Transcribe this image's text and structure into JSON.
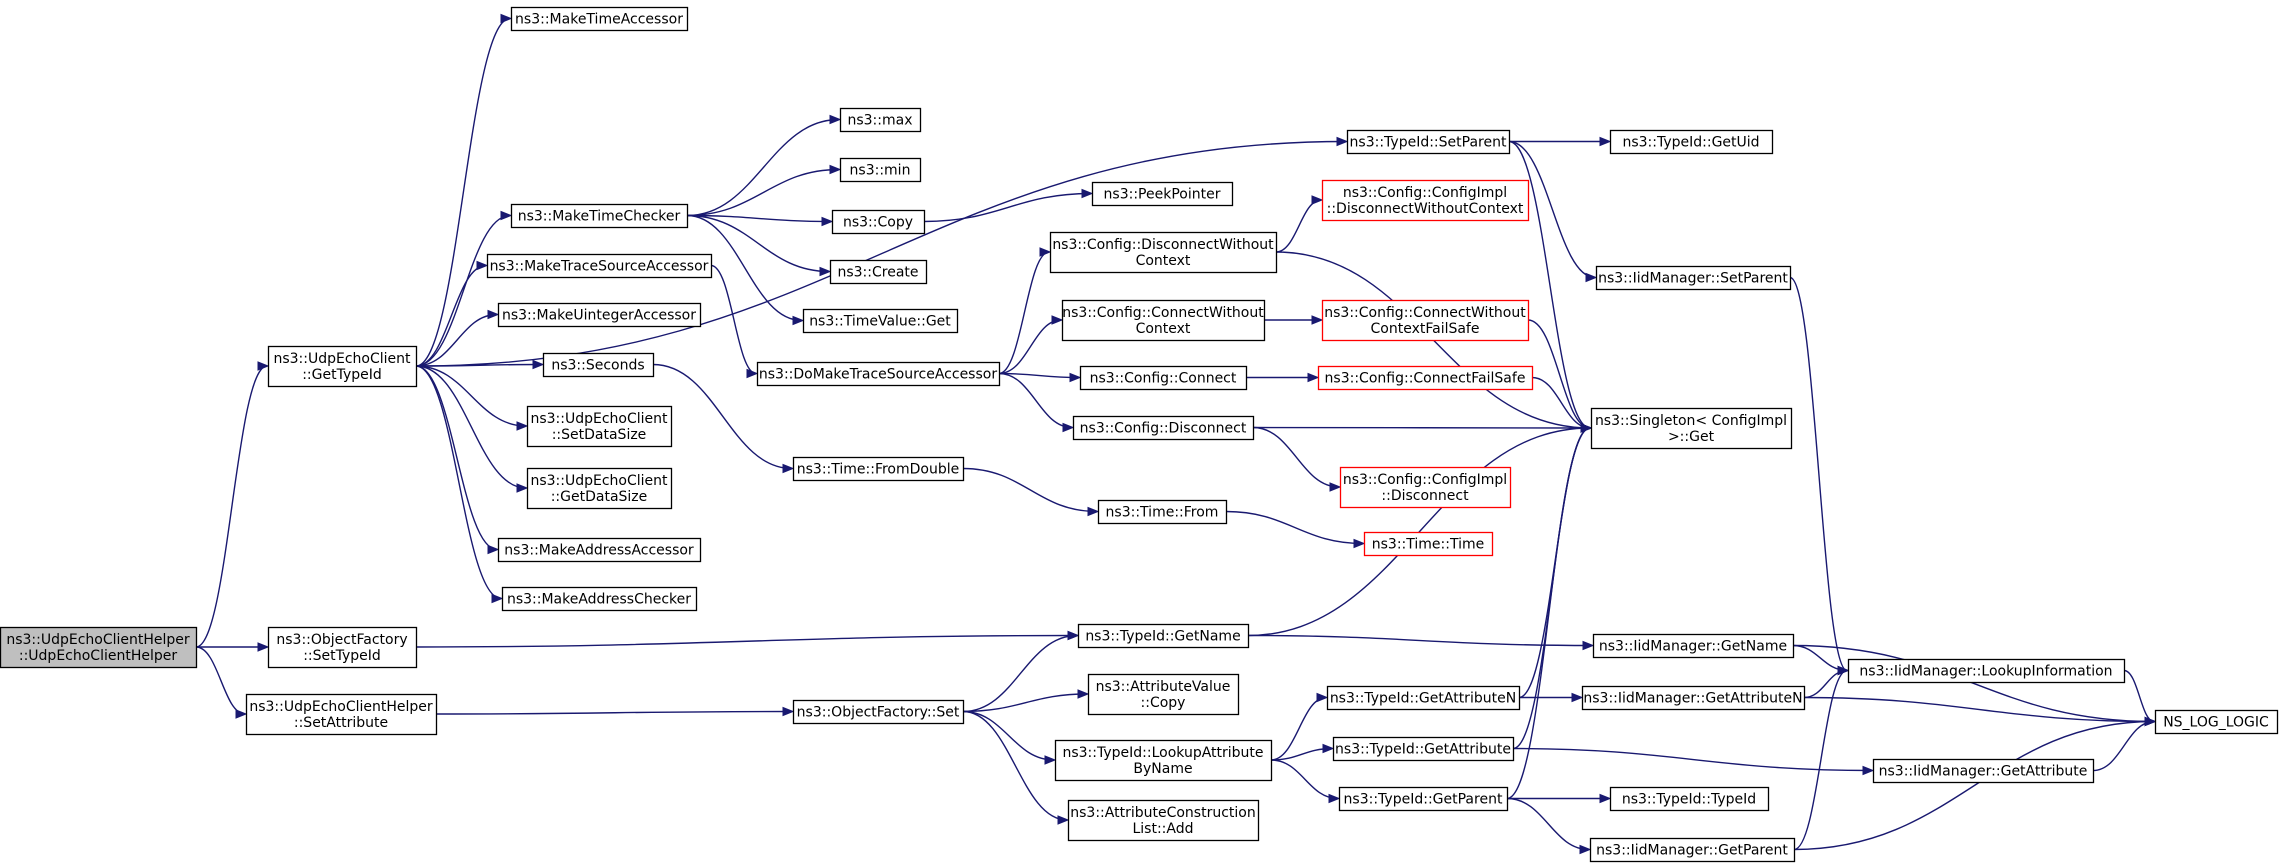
{
  "graph": {
    "root": "udpechoclienthelper_ctor",
    "nodes": [
      {
        "id": "udpechoclienthelper_ctor",
        "lines": [
          "ns3::UdpEchoClientHelper",
          "::UdpEchoClientHelper"
        ],
        "style": "root"
      },
      {
        "id": "getypeid",
        "lines": [
          "ns3::UdpEchoClient",
          "::GetTypeId"
        ],
        "style": "normal"
      },
      {
        "id": "objfactory_settypeid",
        "lines": [
          "ns3::ObjectFactory",
          "::SetTypeId"
        ],
        "style": "normal"
      },
      {
        "id": "helper_setattribute",
        "lines": [
          "ns3::UdpEchoClientHelper",
          "::SetAttribute"
        ],
        "style": "normal"
      },
      {
        "id": "maketimeaccessor",
        "lines": [
          "ns3::MakeTimeAccessor"
        ],
        "style": "normal"
      },
      {
        "id": "maketimechecker",
        "lines": [
          "ns3::MakeTimeChecker"
        ],
        "style": "normal"
      },
      {
        "id": "maketracesourceaccessor",
        "lines": [
          "ns3::MakeTraceSourceAccessor"
        ],
        "style": "normal"
      },
      {
        "id": "makeuintegeraccessor",
        "lines": [
          "ns3::MakeUintegerAccessor"
        ],
        "style": "normal"
      },
      {
        "id": "seconds",
        "lines": [
          "ns3::Seconds"
        ],
        "style": "normal"
      },
      {
        "id": "setdatasize",
        "lines": [
          "ns3::UdpEchoClient",
          "::SetDataSize"
        ],
        "style": "normal"
      },
      {
        "id": "getdatasize",
        "lines": [
          "ns3::UdpEchoClient",
          "::GetDataSize"
        ],
        "style": "normal"
      },
      {
        "id": "makeaddressaccessor",
        "lines": [
          "ns3::MakeAddressAccessor"
        ],
        "style": "normal"
      },
      {
        "id": "makeaddresschecker",
        "lines": [
          "ns3::MakeAddressChecker"
        ],
        "style": "normal"
      },
      {
        "id": "max",
        "lines": [
          "ns3::max"
        ],
        "style": "normal"
      },
      {
        "id": "min",
        "lines": [
          "ns3::min"
        ],
        "style": "normal"
      },
      {
        "id": "copy",
        "lines": [
          "ns3::Copy"
        ],
        "style": "normal"
      },
      {
        "id": "create",
        "lines": [
          "ns3::Create"
        ],
        "style": "normal"
      },
      {
        "id": "timevalue_get",
        "lines": [
          "ns3::TimeValue::Get"
        ],
        "style": "normal"
      },
      {
        "id": "peekpointer",
        "lines": [
          "ns3::PeekPointer"
        ],
        "style": "normal"
      },
      {
        "id": "domaketracesourceaccessor",
        "lines": [
          "ns3::DoMakeTraceSourceAccessor"
        ],
        "style": "normal"
      },
      {
        "id": "time_fromdouble",
        "lines": [
          "ns3::Time::FromDouble"
        ],
        "style": "normal"
      },
      {
        "id": "time_from",
        "lines": [
          "ns3::Time::From"
        ],
        "style": "normal"
      },
      {
        "id": "time_time",
        "lines": [
          "ns3::Time::Time"
        ],
        "style": "red"
      },
      {
        "id": "disconnectwithoutcontext",
        "lines": [
          "ns3::Config::DisconnectWithout",
          "Context"
        ],
        "style": "normal"
      },
      {
        "id": "connectwithoutcontext",
        "lines": [
          "ns3::Config::ConnectWithout",
          "Context"
        ],
        "style": "normal"
      },
      {
        "id": "config_connect",
        "lines": [
          "ns3::Config::Connect"
        ],
        "style": "normal"
      },
      {
        "id": "config_disconnect",
        "lines": [
          "ns3::Config::Disconnect"
        ],
        "style": "normal"
      },
      {
        "id": "cfgimpl_disconnectwithoutcontext",
        "lines": [
          "ns3::Config::ConfigImpl",
          "::DisconnectWithoutContext"
        ],
        "style": "red"
      },
      {
        "id": "connectwithoutcontextfailsafe",
        "lines": [
          "ns3::Config::ConnectWithout",
          "ContextFailSafe"
        ],
        "style": "red"
      },
      {
        "id": "connectfailsafe",
        "lines": [
          "ns3::Config::ConnectFailSafe"
        ],
        "style": "red"
      },
      {
        "id": "cfgimpl_disconnect",
        "lines": [
          "ns3::Config::ConfigImpl",
          "::Disconnect"
        ],
        "style": "red"
      },
      {
        "id": "singleton_get",
        "lines": [
          "ns3::Singleton< ConfigImpl",
          " >::Get"
        ],
        "style": "normal"
      },
      {
        "id": "typeid_setparent",
        "lines": [
          "ns3::TypeId::SetParent"
        ],
        "style": "normal"
      },
      {
        "id": "typeid_getuid",
        "lines": [
          "ns3::TypeId::GetUid"
        ],
        "style": "normal"
      },
      {
        "id": "iidmanager_setparent",
        "lines": [
          "ns3::IidManager::SetParent"
        ],
        "style": "normal"
      },
      {
        "id": "typeid_getname",
        "lines": [
          "ns3::TypeId::GetName"
        ],
        "style": "normal"
      },
      {
        "id": "objectfactory_set",
        "lines": [
          "ns3::ObjectFactory::Set"
        ],
        "style": "normal"
      },
      {
        "id": "attributevalue_copy",
        "lines": [
          "ns3::AttributeValue",
          "::Copy"
        ],
        "style": "normal"
      },
      {
        "id": "lookupattributebyname",
        "lines": [
          "ns3::TypeId::LookupAttribute",
          "ByName"
        ],
        "style": "normal"
      },
      {
        "id": "attrconstructionlist_add",
        "lines": [
          "ns3::AttributeConstruction",
          "List::Add"
        ],
        "style": "normal"
      },
      {
        "id": "typeid_getattributen",
        "lines": [
          "ns3::TypeId::GetAttributeN"
        ],
        "style": "normal"
      },
      {
        "id": "typeid_getattribute",
        "lines": [
          "ns3::TypeId::GetAttribute"
        ],
        "style": "normal"
      },
      {
        "id": "typeid_getparent",
        "lines": [
          "ns3::TypeId::GetParent"
        ],
        "style": "normal"
      },
      {
        "id": "typeid_typeid",
        "lines": [
          "ns3::TypeId::TypeId"
        ],
        "style": "normal"
      },
      {
        "id": "iidmanager_getname",
        "lines": [
          "ns3::IidManager::GetName"
        ],
        "style": "normal"
      },
      {
        "id": "iidmanager_getattributen",
        "lines": [
          "ns3::IidManager::GetAttributeN"
        ],
        "style": "normal"
      },
      {
        "id": "iidmanager_getattribute",
        "lines": [
          "ns3::IidManager::GetAttribute"
        ],
        "style": "normal"
      },
      {
        "id": "iidmanager_getparent",
        "lines": [
          "ns3::IidManager::GetParent"
        ],
        "style": "normal"
      },
      {
        "id": "lookupinformation",
        "lines": [
          "ns3::IidManager::LookupInformation"
        ],
        "style": "normal"
      },
      {
        "id": "ns_log_logic",
        "lines": [
          "NS_LOG_LOGIC"
        ],
        "style": "normal"
      }
    ],
    "edges": [
      [
        "udpechoclienthelper_ctor",
        "getypeid"
      ],
      [
        "udpechoclienthelper_ctor",
        "objfactory_settypeid"
      ],
      [
        "udpechoclienthelper_ctor",
        "helper_setattribute"
      ],
      [
        "getypeid",
        "maketimeaccessor"
      ],
      [
        "getypeid",
        "maketimechecker"
      ],
      [
        "getypeid",
        "maketracesourceaccessor"
      ],
      [
        "getypeid",
        "makeuintegeraccessor"
      ],
      [
        "getypeid",
        "seconds"
      ],
      [
        "getypeid",
        "setdatasize"
      ],
      [
        "getypeid",
        "getdatasize"
      ],
      [
        "getypeid",
        "makeaddressaccessor"
      ],
      [
        "getypeid",
        "makeaddresschecker"
      ],
      [
        "getypeid",
        "typeid_setparent"
      ],
      [
        "maketimechecker",
        "max"
      ],
      [
        "maketimechecker",
        "min"
      ],
      [
        "maketimechecker",
        "copy"
      ],
      [
        "maketimechecker",
        "create"
      ],
      [
        "maketimechecker",
        "timevalue_get"
      ],
      [
        "copy",
        "peekpointer"
      ],
      [
        "maketracesourceaccessor",
        "domaketracesourceaccessor"
      ],
      [
        "seconds",
        "time_fromdouble"
      ],
      [
        "time_fromdouble",
        "time_from"
      ],
      [
        "time_from",
        "time_time"
      ],
      [
        "domaketracesourceaccessor",
        "disconnectwithoutcontext"
      ],
      [
        "domaketracesourceaccessor",
        "connectwithoutcontext"
      ],
      [
        "domaketracesourceaccessor",
        "config_connect"
      ],
      [
        "domaketracesourceaccessor",
        "config_disconnect"
      ],
      [
        "disconnectwithoutcontext",
        "cfgimpl_disconnectwithoutcontext"
      ],
      [
        "disconnectwithoutcontext",
        "singleton_get"
      ],
      [
        "connectwithoutcontext",
        "connectwithoutcontextfailsafe"
      ],
      [
        "connectwithoutcontextfailsafe",
        "singleton_get"
      ],
      [
        "config_connect",
        "connectfailsafe"
      ],
      [
        "connectfailsafe",
        "singleton_get"
      ],
      [
        "config_disconnect",
        "singleton_get"
      ],
      [
        "config_disconnect",
        "cfgimpl_disconnect"
      ],
      [
        "typeid_setparent",
        "typeid_getuid"
      ],
      [
        "typeid_setparent",
        "iidmanager_setparent"
      ],
      [
        "typeid_setparent",
        "singleton_get"
      ],
      [
        "iidmanager_setparent",
        "lookupinformation"
      ],
      [
        "objfactory_settypeid",
        "typeid_getname"
      ],
      [
        "typeid_getname",
        "singleton_get"
      ],
      [
        "typeid_getname",
        "iidmanager_getname"
      ],
      [
        "helper_setattribute",
        "objectfactory_set"
      ],
      [
        "objectfactory_set",
        "typeid_getname"
      ],
      [
        "objectfactory_set",
        "attributevalue_copy"
      ],
      [
        "objectfactory_set",
        "lookupattributebyname"
      ],
      [
        "objectfactory_set",
        "attrconstructionlist_add"
      ],
      [
        "lookupattributebyname",
        "typeid_getattributen"
      ],
      [
        "lookupattributebyname",
        "typeid_getattribute"
      ],
      [
        "lookupattributebyname",
        "typeid_getparent"
      ],
      [
        "typeid_getattributen",
        "singleton_get"
      ],
      [
        "typeid_getattributen",
        "iidmanager_getattributen"
      ],
      [
        "typeid_getattribute",
        "singleton_get"
      ],
      [
        "typeid_getattribute",
        "iidmanager_getattribute"
      ],
      [
        "typeid_getparent",
        "singleton_get"
      ],
      [
        "typeid_getparent",
        "typeid_typeid"
      ],
      [
        "typeid_getparent",
        "iidmanager_getparent"
      ],
      [
        "iidmanager_getname",
        "lookupinformation"
      ],
      [
        "iidmanager_getname",
        "ns_log_logic"
      ],
      [
        "iidmanager_getattributen",
        "lookupinformation"
      ],
      [
        "iidmanager_getattributen",
        "ns_log_logic"
      ],
      [
        "iidmanager_getattribute",
        "ns_log_logic"
      ],
      [
        "iidmanager_getparent",
        "lookupinformation"
      ],
      [
        "iidmanager_getparent",
        "ns_log_logic"
      ],
      [
        "lookupinformation",
        "ns_log_logic"
      ]
    ]
  },
  "colors": {
    "edge": "#191970",
    "node_border": "#000000",
    "node_border_missing": "#ff0000",
    "root_fill": "#bfbfbf",
    "background": "#ffffff"
  }
}
